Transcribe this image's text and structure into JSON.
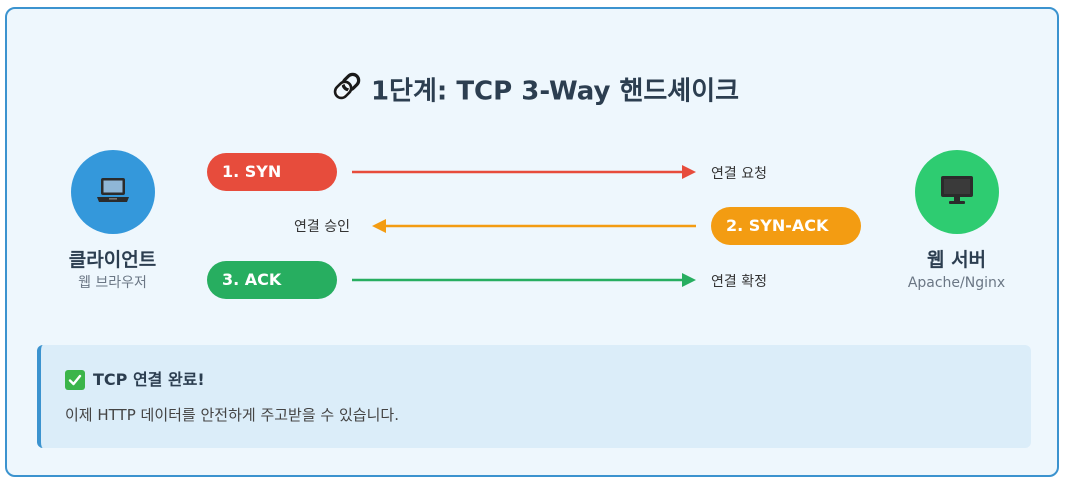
{
  "title": {
    "icon": "link-icon",
    "text": "1단계: TCP 3-Way 핸드셰이크"
  },
  "client": {
    "icon": "laptop-icon",
    "name": "클라이언트",
    "sub": "웹 브라우저",
    "color": "#3498db"
  },
  "server": {
    "icon": "monitor-icon",
    "name": "웹 서버",
    "sub": "Apache/Nginx",
    "color": "#2ecc71"
  },
  "messages": [
    {
      "label": "1. SYN",
      "note": "연결 요청",
      "direction": "client-to-server",
      "color": "#e74c3c"
    },
    {
      "label": "2. SYN-ACK",
      "note": "연결 승인",
      "direction": "server-to-client",
      "color": "#f39c12"
    },
    {
      "label": "3. ACK",
      "note": "연결 확정",
      "direction": "client-to-server",
      "color": "#27ae60"
    }
  ],
  "result": {
    "icon": "check-icon",
    "title": "TCP 연결 완료!",
    "text": "이제 HTTP 데이터를 안전하게 주고받을 수 있습니다."
  }
}
